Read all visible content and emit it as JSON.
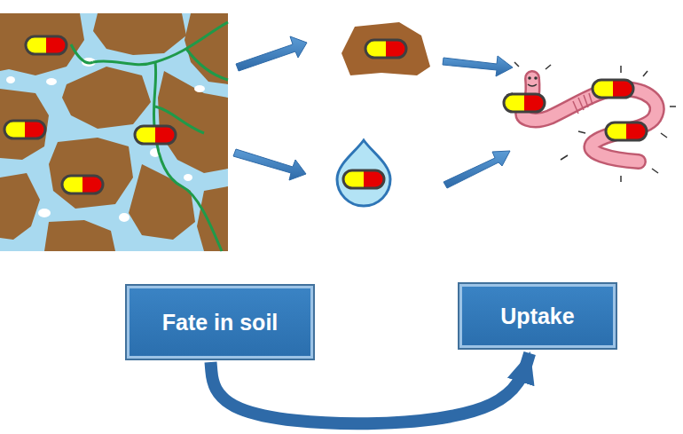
{
  "diagram": {
    "nodes": [
      {
        "text": [
          "Fate in soil"
        ]
      },
      {
        "text": [
          "Uptake"
        ]
      }
    ],
    "edges": [
      {
        "from": 0,
        "to": 1,
        "arrow": "to"
      }
    ]
  }
}
